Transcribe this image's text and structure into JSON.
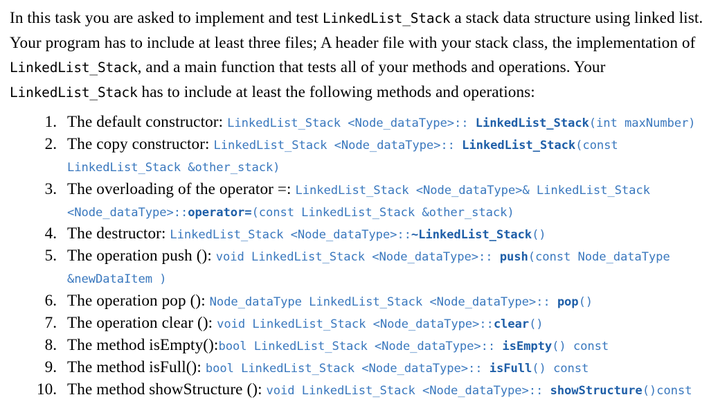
{
  "document": {
    "intro": {
      "part1": "In this task you are asked to implement and test ",
      "code1": "LinkedList_Stack",
      "part2": " a stack data structure using linked list. Your program has to include at least three files; A header file with your stack class, the implementation of ",
      "code2": "LinkedList_Stack",
      "part3": ", and a main function that tests all of your methods and operations. Your ",
      "code3": "LinkedList_Stack",
      "part4": " has to include at least the following methods and operations:"
    },
    "list": {
      "items": [
        {
          "number": "1.",
          "label": "The default constructor: ",
          "code_regular_1": "LinkedList_Stack <Node_dataType>:: ",
          "code_bold_1": "LinkedList_Stack",
          "code_regular_2": "(int maxNumber)",
          "code_bold_2": "",
          "code_regular_3": ""
        },
        {
          "number": "2.",
          "label": "The copy constructor: ",
          "code_regular_1": "LinkedList_Stack <Node_dataType>:: ",
          "code_bold_1": "LinkedList_Stack",
          "code_regular_2": "(const LinkedList_Stack &other_stack)",
          "code_bold_2": "",
          "code_regular_3": ""
        },
        {
          "number": "3.",
          "label": "The overloading of the operator =: ",
          "code_regular_1": "LinkedList_Stack <Node_dataType>& LinkedList_Stack <Node_dataType>::",
          "code_bold_1": "operator=",
          "code_regular_2": "(const LinkedList_Stack &other_stack)",
          "code_bold_2": "",
          "code_regular_3": ""
        },
        {
          "number": "4.",
          "label": "The destructor: ",
          "code_regular_1": "LinkedList_Stack <Node_dataType>::",
          "code_bold_1": "~LinkedList_Stack",
          "code_regular_2": "()",
          "code_bold_2": "",
          "code_regular_3": ""
        },
        {
          "number": "5.",
          "label": "The operation push (): ",
          "code_regular_1": "void LinkedList_Stack <Node_dataType>:: ",
          "code_bold_1": "push",
          "code_regular_2": "(const Node_dataType &newDataItem )",
          "code_bold_2": "",
          "code_regular_3": ""
        },
        {
          "number": "6.",
          "label": "The operation pop (): ",
          "code_regular_1": "Node_dataType LinkedList_Stack <Node_dataType>:: ",
          "code_bold_1": "pop",
          "code_regular_2": "()",
          "code_bold_2": "",
          "code_regular_3": ""
        },
        {
          "number": "7.",
          "label": "The operation clear (): ",
          "code_regular_1": "void LinkedList_Stack <Node_dataType>::",
          "code_bold_1": "clear",
          "code_regular_2": "()",
          "code_bold_2": "",
          "code_regular_3": ""
        },
        {
          "number": "8.",
          "label": "The method isEmpty():",
          "code_regular_1": "bool LinkedList_Stack <Node_dataType>:: ",
          "code_bold_1": "isEmpty",
          "code_regular_2": "() const",
          "code_bold_2": "",
          "code_regular_3": ""
        },
        {
          "number": "9.",
          "label": "The method isFull(): ",
          "code_regular_1": "bool LinkedList_Stack <Node_dataType>:: ",
          "code_bold_1": "isFull",
          "code_regular_2": "() const",
          "code_bold_2": "",
          "code_regular_3": ""
        },
        {
          "number": "10.",
          "label": "The method showStructure (): ",
          "code_regular_1": "void LinkedList_Stack <Node_dataType>:: ",
          "code_bold_1": "showStructure",
          "code_regular_2": "()const",
          "code_bold_2": "",
          "code_regular_3": ""
        }
      ]
    },
    "colors": {
      "background": "#ffffff",
      "body_text": "#000000",
      "code_regular": "#3a78be",
      "code_bold": "#1f5fa8"
    }
  }
}
